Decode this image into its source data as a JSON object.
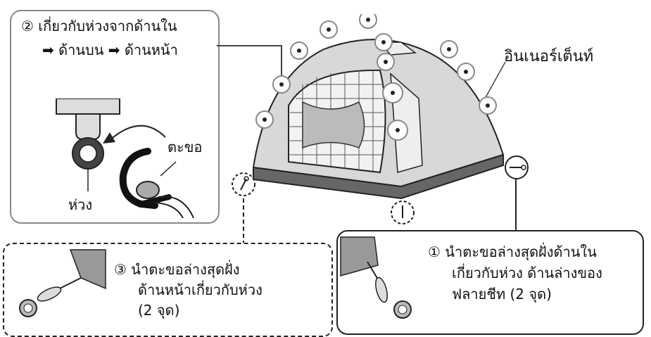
{
  "step2": {
    "number": "②",
    "line1": "เกี่ยวกับห่วงจากด้านใน",
    "line2": "➡ ด้านบน ➡ ด้านหน้า",
    "label_loop": "ห่วง",
    "label_hook": "ตะขอ"
  },
  "tent_label": "อินเนอร์เต็นท์",
  "step3": {
    "number": "③",
    "line1": "นำตะขอล่างสุดฝั่ง",
    "line2": "ด้านหน้าเกี่ยวกับห่วง",
    "line3": "(2 จุด)"
  },
  "step1": {
    "number": "①",
    "line1": "นำตะขอล่างสุดฝั่งด้านใน",
    "line2": "เกี่ยวกับห่วง ด้านล่างของ",
    "line3": "ฟลายชีท (2 จุด)"
  }
}
